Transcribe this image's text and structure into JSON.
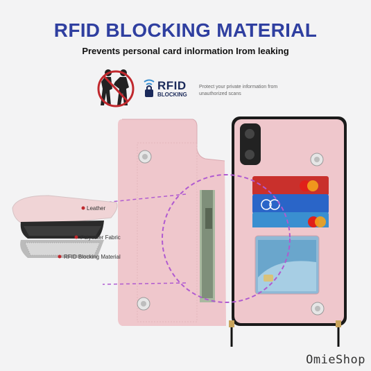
{
  "header": {
    "title": "RFID BLOCKING MATERIAL",
    "subtitle": "Prevents personal card inlormation Irom leaking"
  },
  "rfid_badge": {
    "big": "RFID",
    "small": "BLOCKING",
    "description": "Protect your private information from unauthorized scans"
  },
  "layers": {
    "leather": "Leather",
    "polyester": "Polyester Fabric",
    "rfid": "RFID Blocking Material"
  },
  "watermark": "OmieShop",
  "colors": {
    "title": "#2f3fa0",
    "case_pink": "#efc7cc",
    "highlight_circle": "#b05ad0",
    "warning_red": "#c0282d"
  },
  "icons": [
    "no-theft-icon",
    "rfid-lock-icon",
    "phone-case-image"
  ]
}
